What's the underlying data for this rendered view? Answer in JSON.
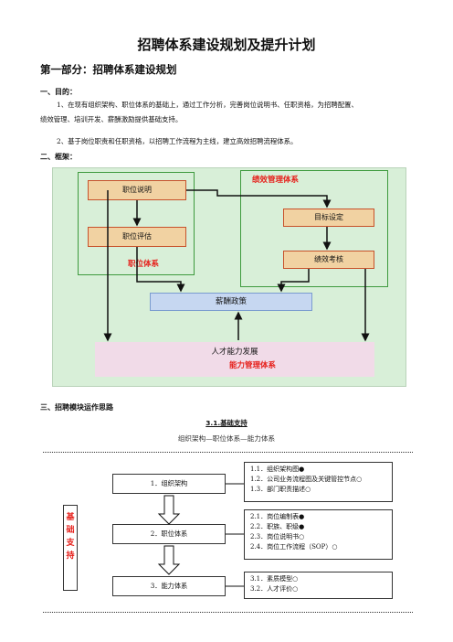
{
  "doc": {
    "title": "招聘体系建设规划及提升计划",
    "part1": "第一部分：招聘体系建设规划",
    "sec1": "一、目的：",
    "para1a": "1、在现有组织架构、职位体系的基础上，通过工作分析，完善岗位说明书、任职资格，为招聘配置、",
    "para1b": "绩效管理、培训开发、薪酬激励提供基础支持。",
    "para2": "2、基于岗位职责和任职资格，以招聘工作流程为主线，建立高效招聘流程体系。",
    "sec2": "二、框架：",
    "sec3": "三、招聘模块运作思路",
    "sub31": "3.1.基础支持",
    "caption31": "组织架构—职位体系—能力体系"
  },
  "framework": {
    "job_desc": "职位说明",
    "job_eval": "职位评估",
    "job_system": "职位体系",
    "perf_system": "绩效管理体系",
    "goal_setting": "目标设定",
    "perf_review": "绩效考核",
    "salary": "薪酬政策",
    "talent_dev": "人才能力发展",
    "ability_system": "能力管理体系",
    "colors": {
      "green_bg": "#d8efd8",
      "orange_box": "#f1d2a2",
      "red_text": "#e6211c",
      "blue_box": "#c6d7f1",
      "pink_box": "#f1dbe8"
    }
  },
  "support": {
    "side_label": [
      "基",
      "础",
      "支",
      "持"
    ],
    "steps": [
      {
        "label": "1．组织架构",
        "items": [
          "1.1．组织架构图●",
          "1.2．公司业务流程图及关键管控节点○",
          "1.3．部门职责描述○"
        ]
      },
      {
        "label": "2．职位体系",
        "items": [
          "2.1．岗位编制表●",
          "2.2．职族、职级●",
          "2.3．岗位说明书○",
          "2.4．岗位工作流程（SOP）○"
        ]
      },
      {
        "label": "3．能力体系",
        "items": [
          "3.1．素质模型○",
          "3.2．人才评价○"
        ]
      }
    ]
  }
}
